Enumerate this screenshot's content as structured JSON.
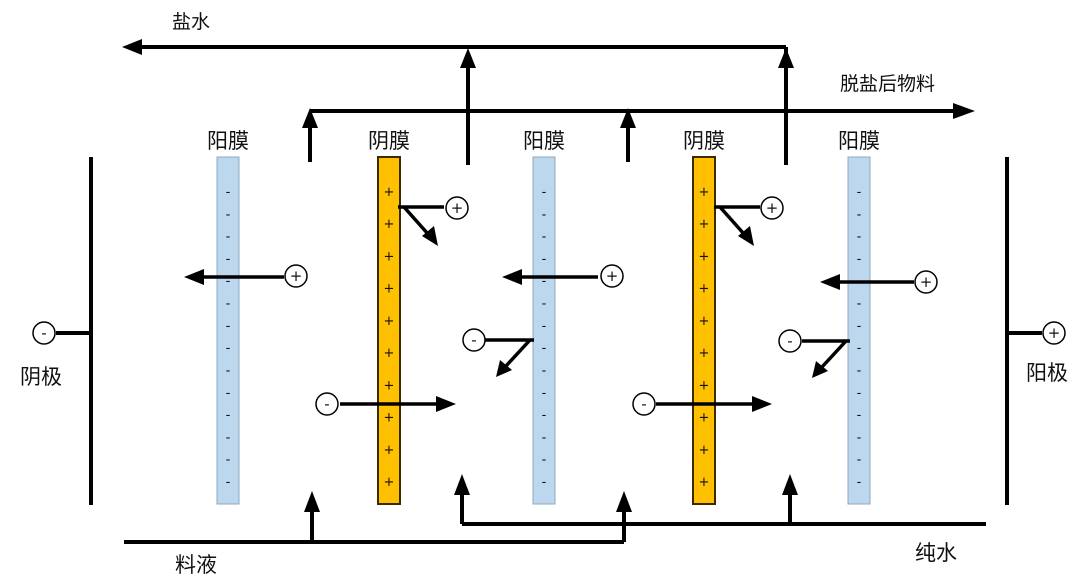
{
  "labels": {
    "brine": "盐水",
    "desalted": "脱盐后物料",
    "feed": "料液",
    "pure_water": "纯水",
    "cathode": "阴极",
    "anode": "阳极"
  },
  "electrodes": {
    "cathode_sign": "-",
    "anode_sign": "+"
  },
  "membranes": [
    {
      "label": "阳膜",
      "type": "cation",
      "sign": "-",
      "color": "#bdd7ee",
      "marks": 14
    },
    {
      "label": "阴膜",
      "type": "anion",
      "sign": "+",
      "color": "#ffc000",
      "marks": 10
    },
    {
      "label": "阳膜",
      "type": "cation",
      "sign": "-",
      "color": "#bdd7ee",
      "marks": 14
    },
    {
      "label": "阴膜",
      "type": "anion",
      "sign": "+",
      "color": "#ffc000",
      "marks": 10
    },
    {
      "label": "阳膜",
      "type": "cation",
      "sign": "-",
      "color": "#bdd7ee",
      "marks": 14
    }
  ],
  "ions": {
    "cation_symbol": "+",
    "anion_symbol": "-"
  }
}
